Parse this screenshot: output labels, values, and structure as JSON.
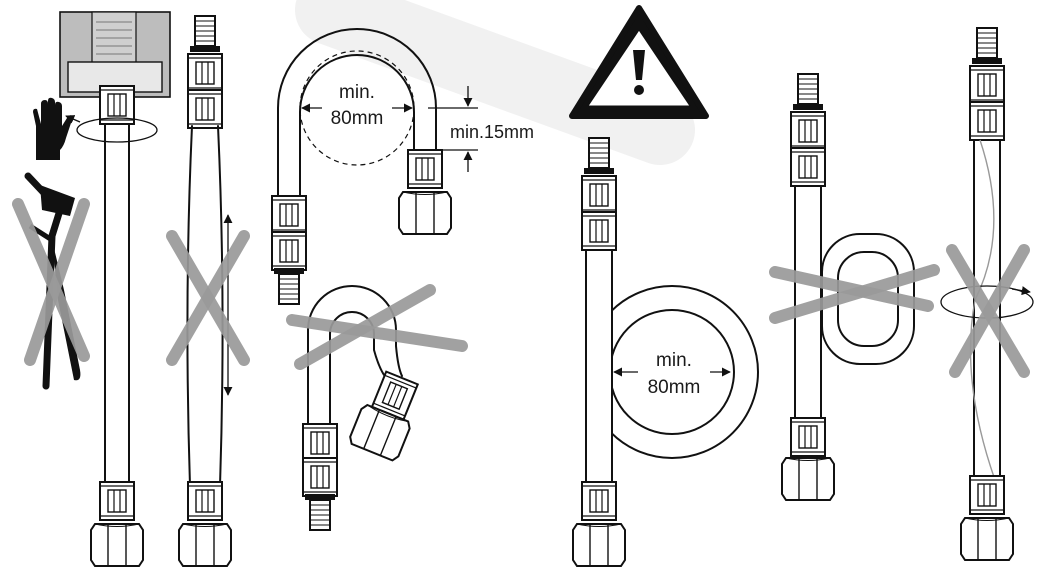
{
  "labels": {
    "bend_radius_top": {
      "line1": "min.",
      "line2": "80mm"
    },
    "straight_length": "min.15mm",
    "loop_radius": {
      "line1": "min.",
      "line2": "80mm"
    }
  },
  "icons": {
    "warning": "warning-triangle-exclamation-icon",
    "hand": "hand-icon",
    "wrench": "pipe-wrench-icon"
  },
  "colors": {
    "line": "#111111",
    "cross_mark": "#9a9a9a",
    "watermark": "#f1f1f1",
    "fixture_fill": "#bdbdbd"
  },
  "panels": [
    {
      "id": "hand-tighten",
      "verdict": "correct"
    },
    {
      "id": "wrench-tighten",
      "verdict": "prohibited"
    },
    {
      "id": "hose-stretched",
      "verdict": "prohibited"
    },
    {
      "id": "min-bend-radius-with-straight-end",
      "verdict": "correct"
    },
    {
      "id": "sharp-bend-at-fitting",
      "verdict": "prohibited"
    },
    {
      "id": "full-loop-min-radius",
      "verdict": "correct"
    },
    {
      "id": "tight-coil",
      "verdict": "prohibited"
    },
    {
      "id": "twisted-hose",
      "verdict": "prohibited"
    }
  ]
}
